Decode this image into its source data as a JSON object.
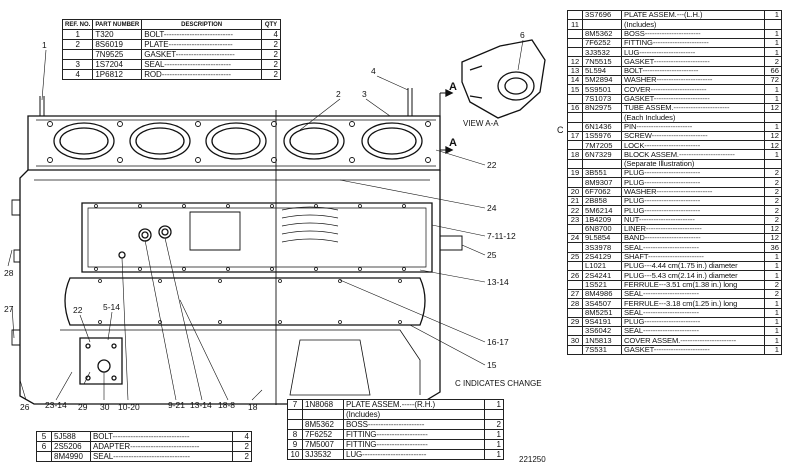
{
  "diagram": {
    "view_label": "VIEW A-A",
    "change_note": "C INDICATES CHANGE",
    "figure_number": "221250",
    "section_arrow_label": "A",
    "side_mark": "C",
    "callouts": [
      "1",
      "2",
      "3",
      "4",
      "6",
      "22",
      "24",
      "7-11-12",
      "25",
      "13-14",
      "16-17",
      "15",
      "22",
      "5-14",
      "26",
      "23-14",
      "29",
      "30",
      "10-20",
      "9-21",
      "13-14",
      "18-8",
      "18",
      "27",
      "28"
    ]
  },
  "table_top_left": {
    "headers": {
      "ref": "REF. NO.",
      "part": "PART NUMBER",
      "desc": "DESCRIPTION",
      "qty": "QTY"
    },
    "rows": [
      {
        "ref": "1",
        "part": "T320",
        "desc": "BOLT",
        "qty": "4"
      },
      {
        "ref": "2",
        "part": "8S6019",
        "desc": "PLATE",
        "qty": "2"
      },
      {
        "ref": "",
        "part": "7N9525",
        "desc": "GASKET",
        "qty": "2"
      },
      {
        "ref": "3",
        "part": "1S7204",
        "desc": "SEAL",
        "qty": "2"
      },
      {
        "ref": "4",
        "part": "1P6812",
        "desc": "ROD",
        "qty": "2"
      }
    ]
  },
  "table_bottom_left": {
    "rows": [
      {
        "ref": "5",
        "part": "5J588",
        "desc": "BOLT",
        "qty": "4"
      },
      {
        "ref": "6",
        "part": "2S5206",
        "desc": "ADAPTER",
        "qty": "2"
      },
      {
        "ref": "",
        "part": "8M4990",
        "desc": "SEAL",
        "qty": "2"
      }
    ]
  },
  "table_bottom_mid": {
    "rows": [
      {
        "ref": "7",
        "part": "1N8068",
        "desc": "PLATE ASSEM.",
        "desc2": "(R.H.)",
        "qty": "1"
      },
      {
        "ref": "",
        "part": "",
        "desc": "(Includes)",
        "desc2": "",
        "qty": ""
      },
      {
        "ref": "",
        "part": "8M5362",
        "desc": "BOSS",
        "desc2": "",
        "qty": "2"
      },
      {
        "ref": "8",
        "part": "7F6252",
        "desc": "FITTING",
        "desc2": "",
        "qty": "1"
      },
      {
        "ref": "9",
        "part": "7M5007",
        "desc": "FITTING",
        "desc2": "",
        "qty": "1"
      },
      {
        "ref": "10",
        "part": "3J3532",
        "desc": "LUG",
        "desc2": "",
        "qty": "1"
      }
    ]
  },
  "table_right": {
    "rows": [
      {
        "ref": "",
        "part": "3S7696",
        "desc": "PLATE ASSEM.",
        "desc2": "(L.H.)",
        "qty": "1"
      },
      {
        "ref": "11",
        "part": "",
        "desc": "(Includes)",
        "desc2": "",
        "qty": ""
      },
      {
        "ref": "",
        "part": "8M5362",
        "desc": "BOSS",
        "desc2": "",
        "qty": "1"
      },
      {
        "ref": "",
        "part": "7F6252",
        "desc": "FITTING",
        "desc2": "",
        "qty": "1"
      },
      {
        "ref": "",
        "part": "3J3532",
        "desc": "LUG",
        "desc2": "",
        "qty": "1"
      },
      {
        "ref": "12",
        "part": "7N5515",
        "desc": "GASKET",
        "desc2": "",
        "qty": "2"
      },
      {
        "ref": "13",
        "part": "5L594",
        "desc": "BOLT",
        "desc2": "",
        "qty": "66"
      },
      {
        "ref": "14",
        "part": "5M2894",
        "desc": "WASHER",
        "desc2": "",
        "qty": "72"
      },
      {
        "ref": "15",
        "part": "5S9501",
        "desc": "COVER",
        "desc2": "",
        "qty": "1"
      },
      {
        "ref": "",
        "part": "7S1073",
        "desc": "GASKET",
        "desc2": "",
        "qty": "1"
      },
      {
        "ref": "16",
        "part": "8N2975",
        "desc": "TUBE ASSEM.",
        "desc2": "",
        "qty": "12"
      },
      {
        "ref": "",
        "part": "",
        "desc": "(Each Includes)",
        "desc2": "",
        "qty": ""
      },
      {
        "ref": "",
        "part": "6N1436",
        "desc": "PIN",
        "desc2": "",
        "qty": "1"
      },
      {
        "ref": "17",
        "part": "1S5976",
        "desc": "SCREW",
        "desc2": "",
        "qty": "12"
      },
      {
        "ref": "",
        "part": "7M7205",
        "desc": "LOCK",
        "desc2": "",
        "qty": "12"
      },
      {
        "ref": "18",
        "part": "6N7329",
        "desc": "BLOCK ASSEM.",
        "desc2": "",
        "qty": "1"
      },
      {
        "ref": "",
        "part": "",
        "desc": "(Separate Illustration)",
        "desc2": "",
        "qty": ""
      },
      {
        "ref": "19",
        "part": "3B551",
        "desc": "PLUG",
        "desc2": "",
        "qty": "2"
      },
      {
        "ref": "",
        "part": "8M9307",
        "desc": "PLUG",
        "desc2": "",
        "qty": "2"
      },
      {
        "ref": "20",
        "part": "6F7062",
        "desc": "WASHER",
        "desc2": "",
        "qty": "2"
      },
      {
        "ref": "21",
        "part": "2B858",
        "desc": "PLUG",
        "desc2": "",
        "qty": "2"
      },
      {
        "ref": "22",
        "part": "5M6214",
        "desc": "PLUG",
        "desc2": "",
        "qty": "2"
      },
      {
        "ref": "23",
        "part": "1B4209",
        "desc": "NUT",
        "desc2": "",
        "qty": "2"
      },
      {
        "ref": "",
        "part": "6N8700",
        "desc": "LINER",
        "desc2": "",
        "qty": "12"
      },
      {
        "ref": "24",
        "part": "9L5854",
        "desc": "BAND",
        "desc2": "",
        "qty": "12"
      },
      {
        "ref": "",
        "part": "3S3978",
        "desc": "SEAL",
        "desc2": "",
        "qty": "36"
      },
      {
        "ref": "25",
        "part": "2S4129",
        "desc": "SHAFT",
        "desc2": "",
        "qty": "1"
      },
      {
        "ref": "",
        "part": "L1021",
        "desc": "PLUG",
        "desc2": "4.44 cm(1.75 in.) diameter",
        "qty": "1"
      },
      {
        "ref": "26",
        "part": "2S4241",
        "desc": "PLUG",
        "desc2": "5.43 cm(2.14 in.) diameter",
        "qty": "1"
      },
      {
        "ref": "",
        "part": "1S521",
        "desc": "FERRULE",
        "desc2": "3.51 cm(1.38 in.) long",
        "qty": "2"
      },
      {
        "ref": "27",
        "part": "8M4986",
        "desc": "SEAL",
        "desc2": "",
        "qty": "2"
      },
      {
        "ref": "28",
        "part": "3S4507",
        "desc": "FERRULE",
        "desc2": "3.18 cm(1.25 in.) long",
        "qty": "1"
      },
      {
        "ref": "",
        "part": "8M5251",
        "desc": "SEAL",
        "desc2": "",
        "qty": "1"
      },
      {
        "ref": "29",
        "part": "9S4191",
        "desc": "PLUG",
        "desc2": "",
        "qty": "1"
      },
      {
        "ref": "",
        "part": "3S6042",
        "desc": "SEAL",
        "desc2": "",
        "qty": "1"
      },
      {
        "ref": "30",
        "part": "1N5813",
        "desc": "COVER ASSEM.",
        "desc2": "",
        "qty": "1"
      },
      {
        "ref": "",
        "part": "7S531",
        "desc": "GASKET",
        "desc2": "",
        "qty": "1"
      }
    ]
  }
}
